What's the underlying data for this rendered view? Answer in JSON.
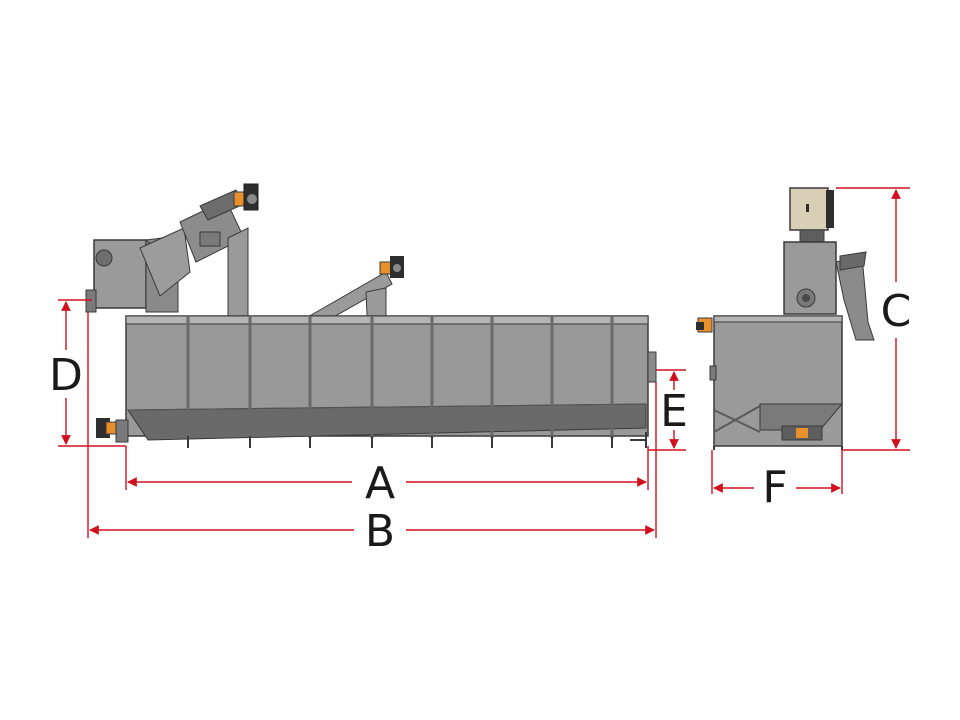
{
  "colors": {
    "steel": "#8f8f8f",
    "steel_light": "#b4b4b4",
    "steel_dark": "#5e5e5e",
    "outline": "#3a3a3a",
    "dimension": "#d0101e",
    "motor_orange": "#e8902a",
    "panel_beige": "#d8cfb6",
    "label_text": "#1a1a1a"
  },
  "dimensions": {
    "A": "A",
    "B": "B",
    "C": "C",
    "D": "D",
    "E": "E",
    "F": "F"
  }
}
